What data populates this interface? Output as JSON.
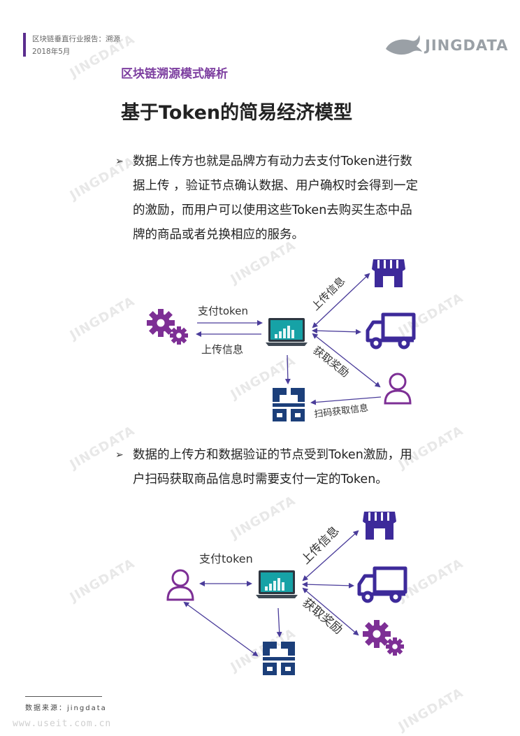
{
  "header": {
    "title": "区块链垂直行业报告：溯源",
    "date": "2018年5月",
    "brand": "JINGDATA"
  },
  "section_title": "区块链溯源模式解析",
  "main_title": "基于Token的简易经济模型",
  "bullet_glyph": "➢",
  "paragraph1": {
    "lines": [
      "数据上传方也就是品牌方有动力去支付Token进行数",
      "据上传 ，验证节点确认数据、用户确权时会得到一定",
      "的激励，而用户可以使用这些Token去购买生态中品",
      "牌的商品或者兑换相应的服务。"
    ]
  },
  "diagram1": {
    "label_pay": "支付token",
    "label_upload_left": "上传信息",
    "label_upload_right": "上传信息",
    "label_reward": "获取奖励",
    "label_scan": "扫码获取信息"
  },
  "paragraph2": {
    "lines": [
      "数据的上传方和数据验证的节点受到Token激励，用",
      "户扫码获取商品信息时需要支付一定的Token。"
    ]
  },
  "diagram2": {
    "label_pay": "支付token",
    "label_upload": "上传信息",
    "label_reward": "获取奖励"
  },
  "footer": {
    "source": "数据来源：jingdata",
    "url": "www.useit.com.cn"
  },
  "watermark": "JINGDATA",
  "colors": {
    "purple": "#7d3fa0",
    "navy": "#3a2c8f",
    "dark_blue": "#1c3f7a",
    "teal": "#1e9aa0"
  }
}
